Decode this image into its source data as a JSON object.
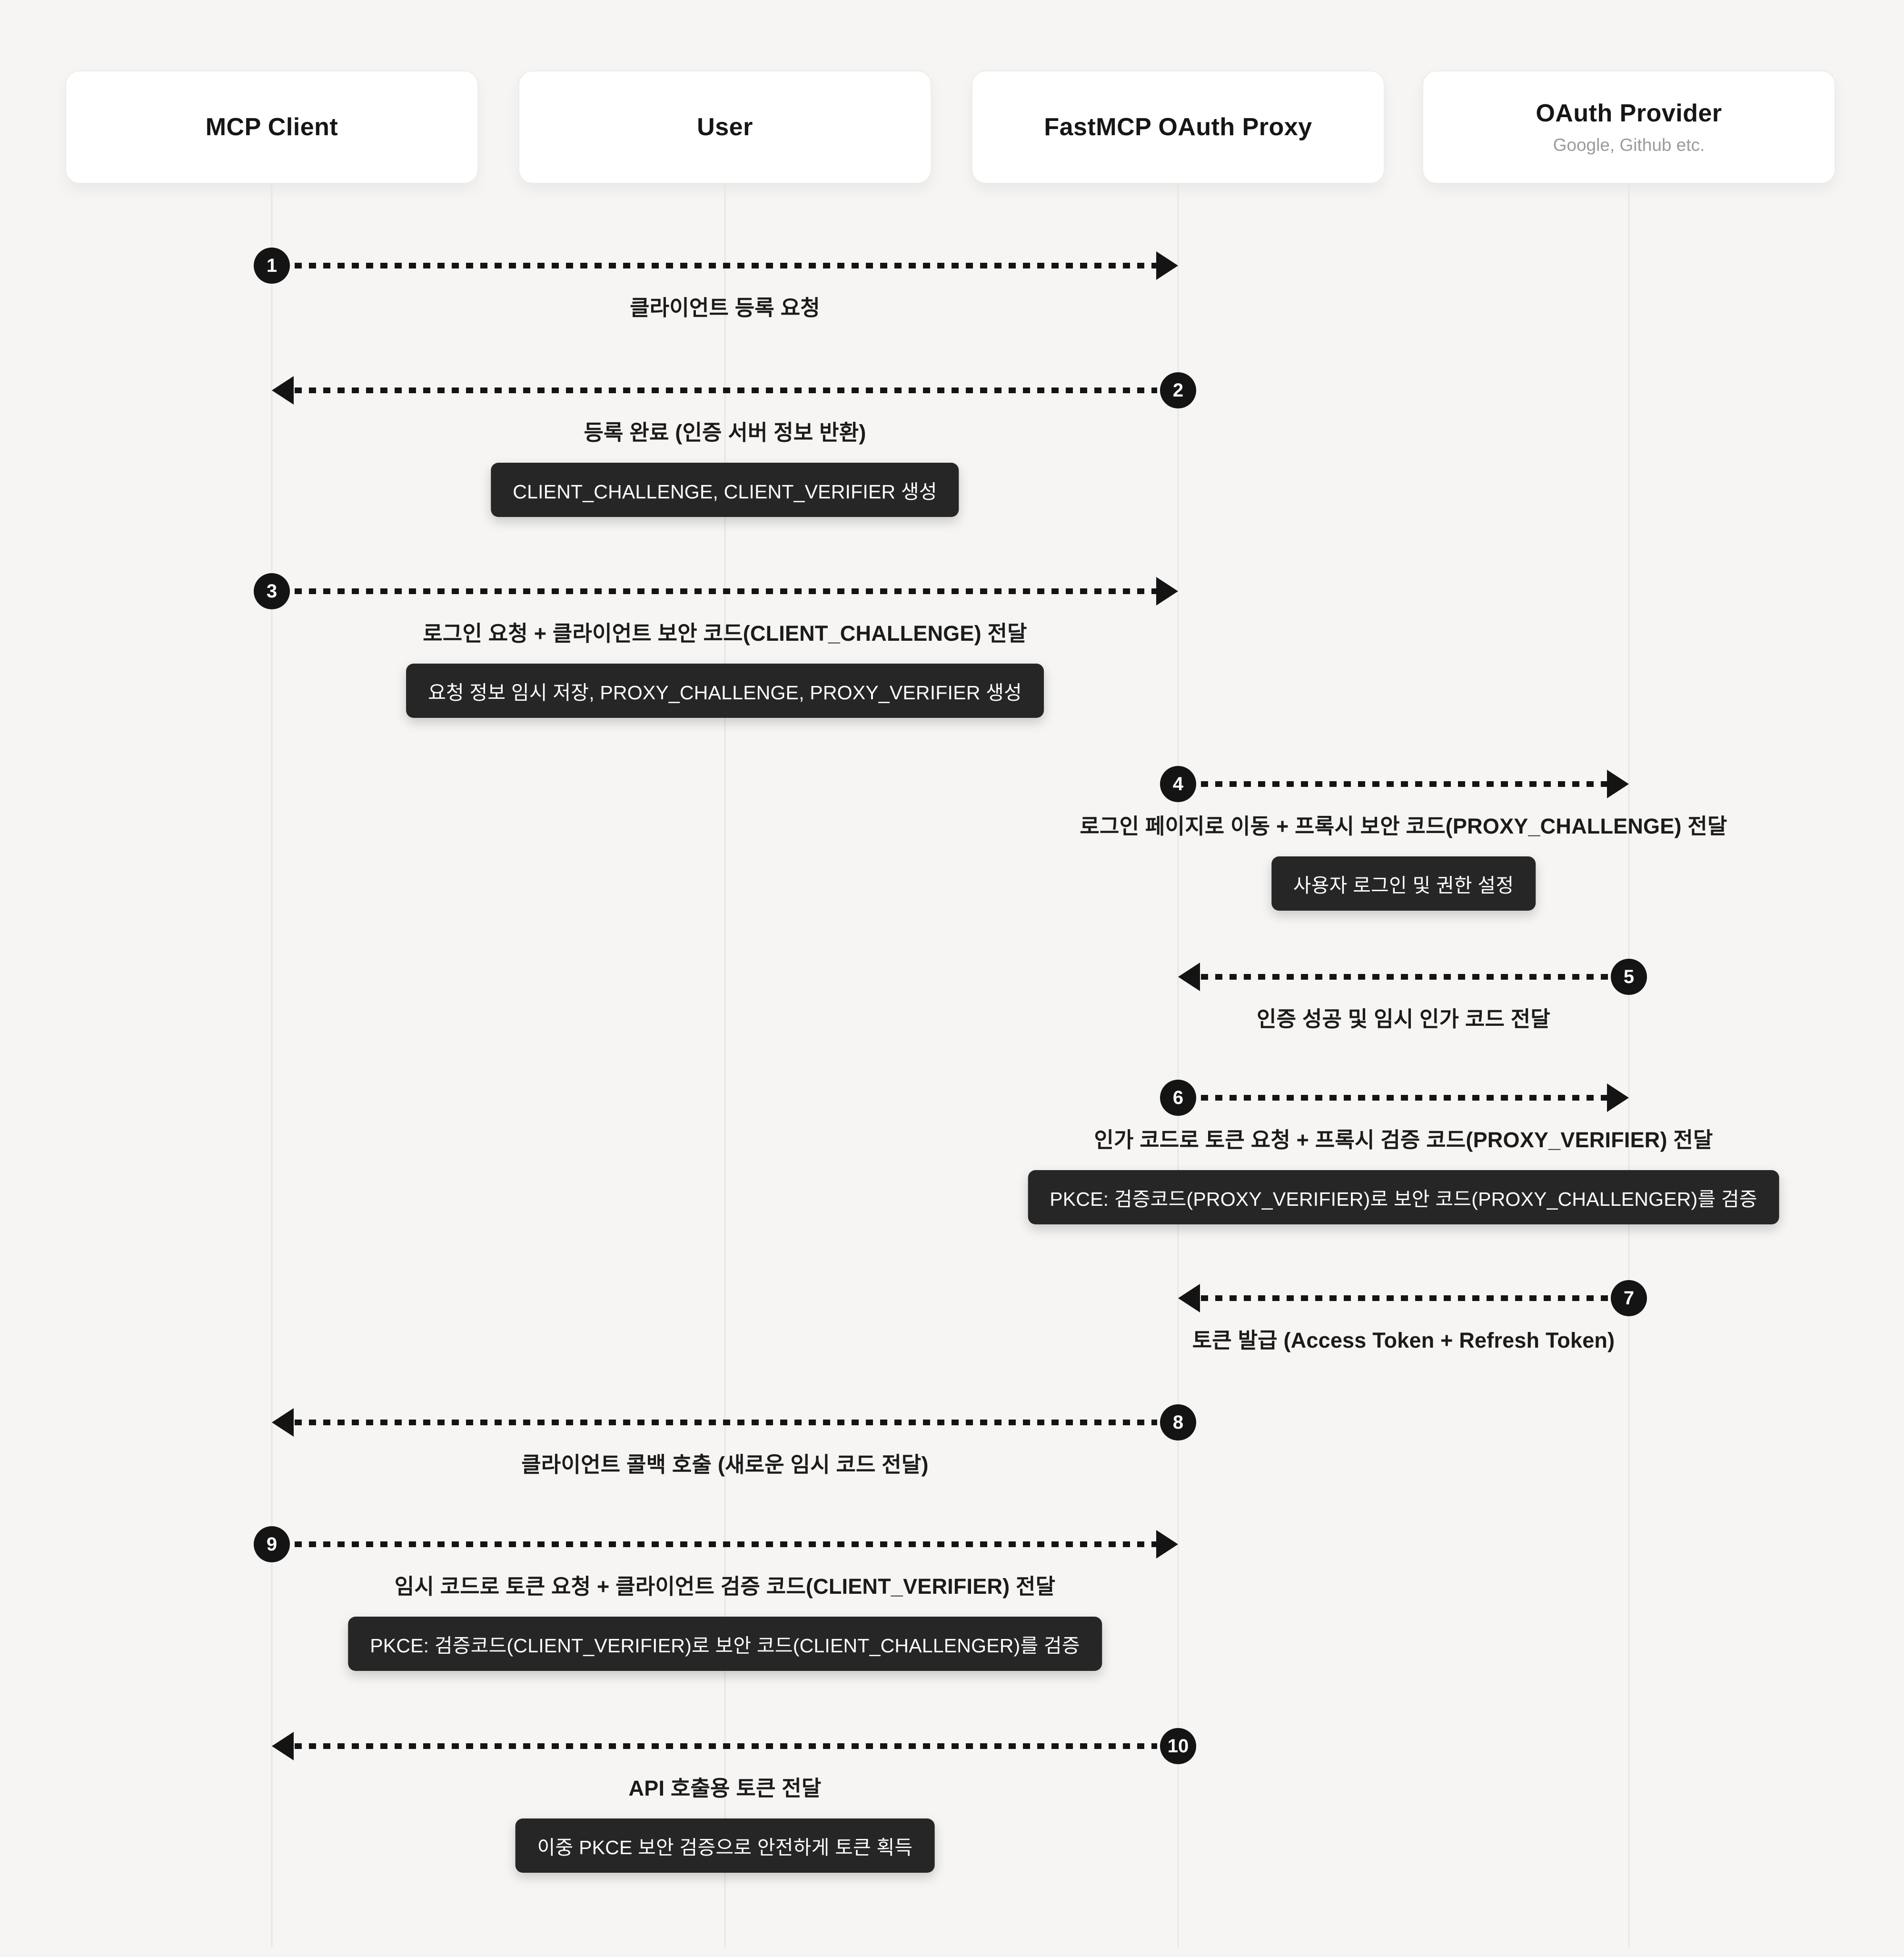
{
  "diagram": {
    "participants": [
      {
        "title": "MCP Client",
        "subtitle": ""
      },
      {
        "title": "User",
        "subtitle": ""
      },
      {
        "title": "FastMCP OAuth Proxy",
        "subtitle": ""
      },
      {
        "title": "OAuth Provider",
        "subtitle": "Google, Github etc."
      }
    ],
    "messages": [
      {
        "num": "1",
        "from": 0,
        "to": 2,
        "label": "클라이언트 등록 요청",
        "badge": ""
      },
      {
        "num": "2",
        "from": 2,
        "to": 0,
        "label": "등록 완료 (인증 서버 정보 반환)",
        "badge": "CLIENT_CHALLENGE, CLIENT_VERIFIER 생성"
      },
      {
        "num": "3",
        "from": 0,
        "to": 2,
        "label": "로그인 요청 + 클라이언트 보안 코드(CLIENT_CHALLENGE) 전달",
        "badge": "요청 정보 임시 저장, PROXY_CHALLENGE, PROXY_VERIFIER 생성"
      },
      {
        "num": "4",
        "from": 2,
        "to": 3,
        "label": "로그인 페이지로 이동 + 프록시 보안 코드(PROXY_CHALLENGE) 전달",
        "badge": "사용자 로그인 및 권한 설정"
      },
      {
        "num": "5",
        "from": 3,
        "to": 2,
        "label": "인증 성공 및 임시 인가 코드 전달",
        "badge": ""
      },
      {
        "num": "6",
        "from": 2,
        "to": 3,
        "label": "인가 코드로 토큰 요청 + 프록시 검증 코드(PROXY_VERIFIER) 전달",
        "badge": "PKCE: 검증코드(PROXY_VERIFIER)로 보안 코드(PROXY_CHALLENGER)를 검증"
      },
      {
        "num": "7",
        "from": 3,
        "to": 2,
        "label": "토큰 발급 (Access Token + Refresh Token)",
        "badge": ""
      },
      {
        "num": "8",
        "from": 2,
        "to": 0,
        "label": "클라이언트 콜백 호출 (새로운 임시 코드 전달)",
        "badge": ""
      },
      {
        "num": "9",
        "from": 0,
        "to": 2,
        "label": "임시 코드로 토큰 요청 + 클라이언트 검증 코드(CLIENT_VERIFIER) 전달",
        "badge": "PKCE: 검증코드(CLIENT_VERIFIER)로 보안 코드(CLIENT_CHALLENGER)를 검증"
      },
      {
        "num": "10",
        "from": 2,
        "to": 0,
        "label": "API 호출용 토큰 전달",
        "badge": "이중 PKCE 보안 검증으로 안전하게 토큰 획득"
      }
    ],
    "colors": {
      "background": "#f6f5f3",
      "card": "#ffffff",
      "lifeline": "#e8e6e3",
      "ink": "#141414",
      "badge_bg": "#262626",
      "badge_text": "#ffffff",
      "subtitle_text": "#9b9b9b"
    }
  }
}
